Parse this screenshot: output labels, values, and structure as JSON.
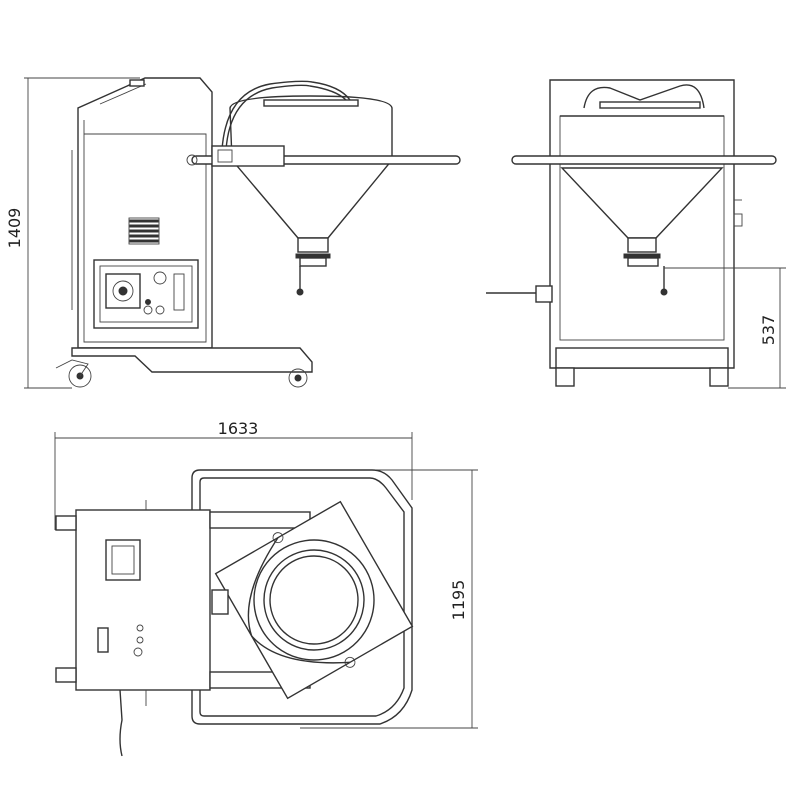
{
  "dimensions": {
    "overall_height": "1409",
    "outlet_height": "537",
    "overall_length": "1633",
    "overall_width": "1195"
  },
  "colors": {
    "line": "#333333",
    "background": "#ffffff"
  }
}
